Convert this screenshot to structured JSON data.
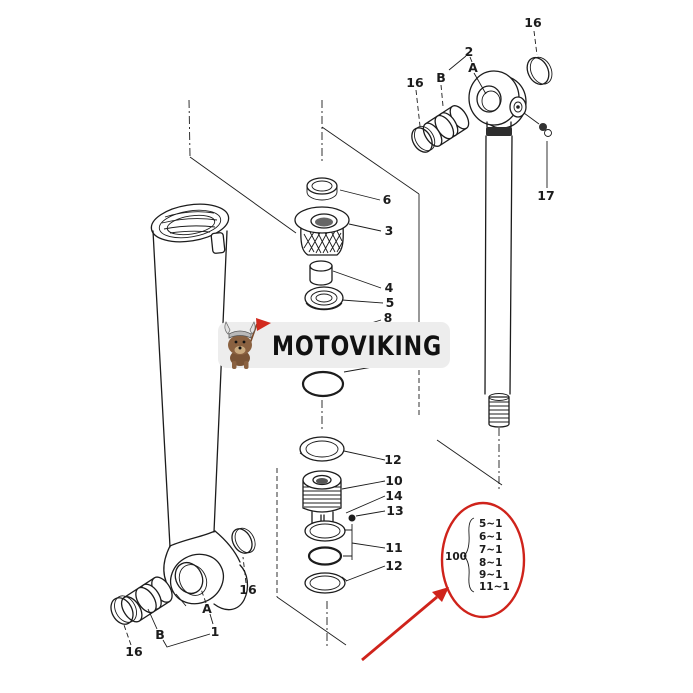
{
  "watermark": {
    "brand": "MOTOVIKING"
  },
  "colors": {
    "ink": "#1c1c1c",
    "annotation_red": "#cf231b",
    "watermark_bg": "#ededed"
  },
  "seal_kit": {
    "number": "100",
    "items": [
      "5~1",
      "6~1",
      "7~1",
      "8~1",
      "9~1",
      "11~1"
    ]
  },
  "callouts": {
    "pin_snap_ring_top": "16",
    "rod_group": "2",
    "rod_group_bushing": "B",
    "rod_group_eye": "A",
    "rod_snap_ring": "16",
    "grease_fitting": "17",
    "wiper_seal": "6",
    "gland": "3",
    "bushing_ring": "4",
    "buffer_seal": "5",
    "backup_ring": "8",
    "piston_backup_ring_upper": "12",
    "piston": "10",
    "piston_lock": "14",
    "steel_ball": "13",
    "piston_ring_set": "11",
    "piston_backup_ring_lower": "12",
    "tube_group_eye": "A",
    "tube_group": "1",
    "tube_group_bushing": "B",
    "tube_snap_ring_left": "16",
    "tube_snap_ring_right": "16"
  }
}
